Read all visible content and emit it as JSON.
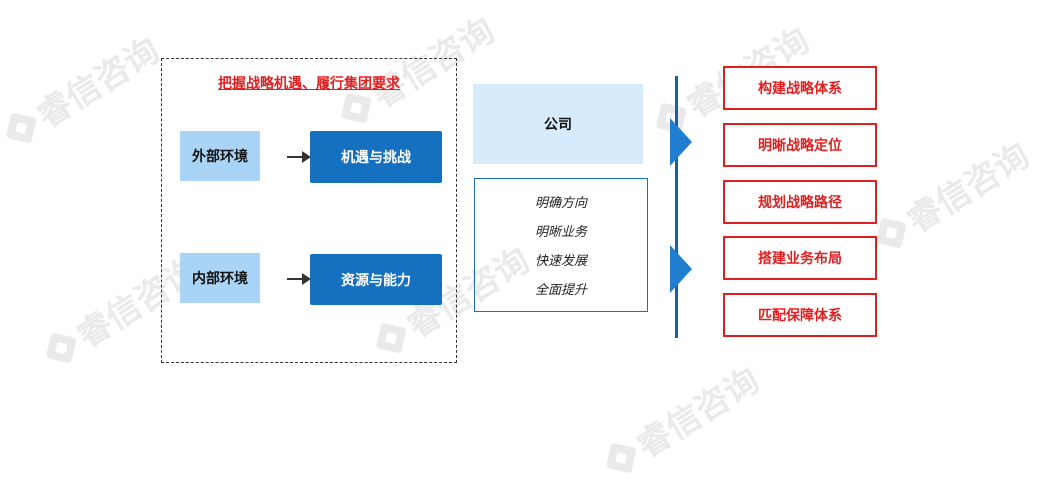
{
  "watermark": {
    "text": "睿信咨询"
  },
  "left": {
    "title": "把握战略机遇、履行集团要求",
    "external_label": "外部环境",
    "opportunity_label": "机遇与挑战",
    "internal_label": "内部环境",
    "resource_label": "资源与能力"
  },
  "middle": {
    "company_label": "公司",
    "goals": [
      "明确方向",
      "明晰业务",
      "快速发展",
      "全面提升"
    ]
  },
  "right": {
    "items": [
      "构建战略体系",
      "明晰战略定位",
      "规划战略路径",
      "搭建业务布局",
      "匹配保障体系"
    ]
  },
  "colors": {
    "accent_blue": "#1670c0",
    "light_blue": "#a9d4f5",
    "red": "#e02020"
  }
}
